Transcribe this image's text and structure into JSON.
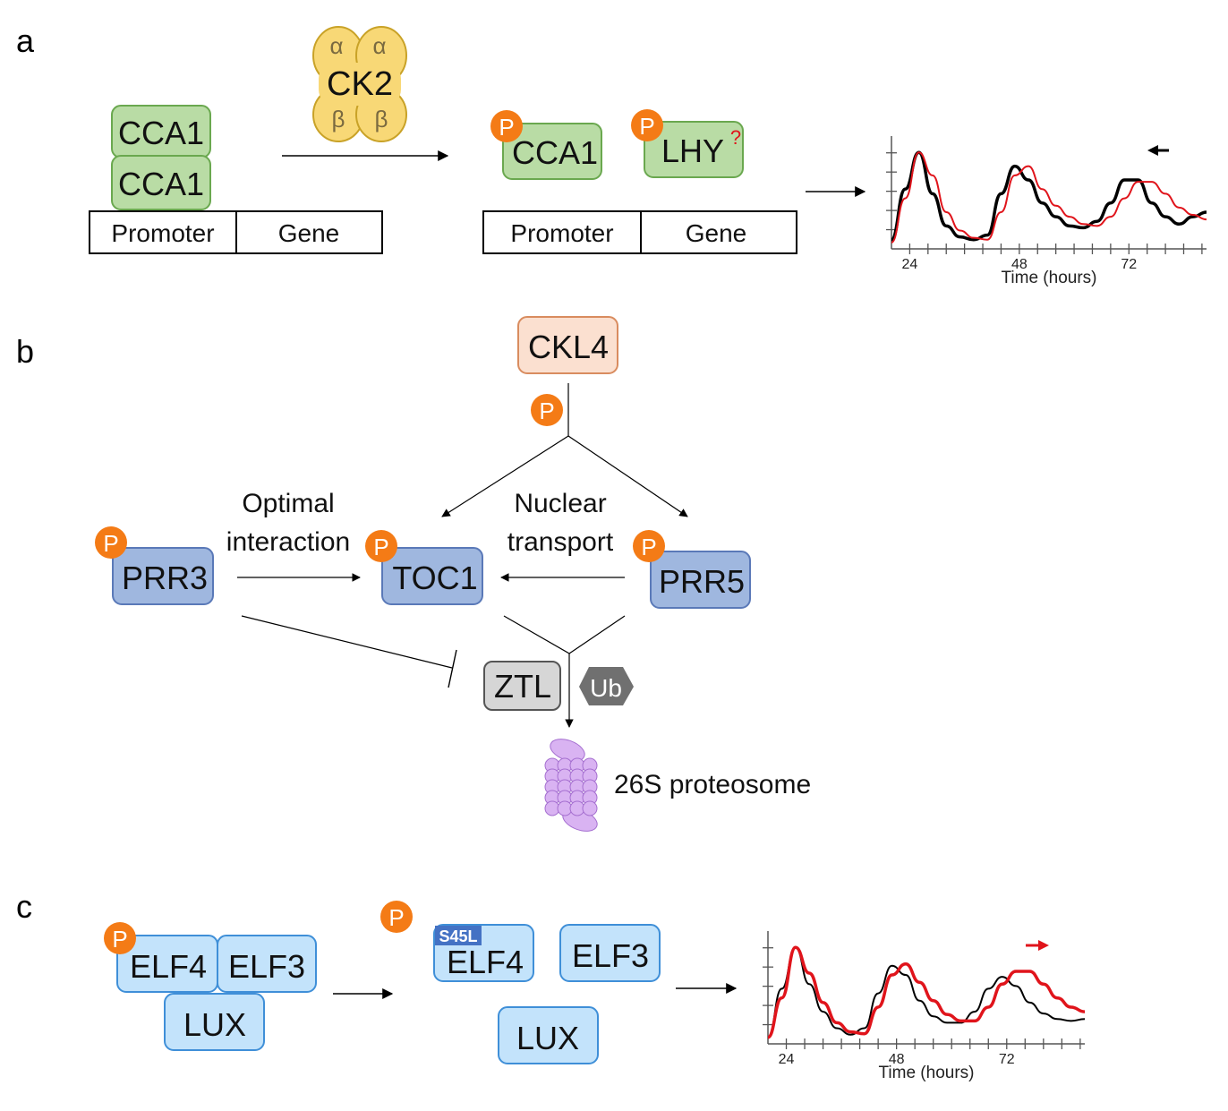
{
  "panels": {
    "a": {
      "label": "a",
      "ck2": {
        "alpha_left": "α",
        "alpha_right": "α",
        "name": "CK2",
        "beta_left": "β",
        "beta_right": "β"
      },
      "cca1_top": "CCA1",
      "cca1_bottom": "CCA1",
      "promoter_left": "Promoter",
      "gene_left": "Gene",
      "phospho_1": "P",
      "cca1_phos": "CCA1",
      "phospho_2": "P",
      "lhy": "LHY",
      "lhy_question": "?",
      "promoter_right": "Promoter",
      "gene_right": "Gene"
    },
    "b": {
      "label": "b",
      "ckl4": "CKL4",
      "phospho_ckl4": "P",
      "optimal_line1": "Optimal",
      "optimal_line2": "interaction",
      "nuclear_line1": "Nuclear",
      "nuclear_line2": "transport",
      "phospho_prr3": "P",
      "prr3": "PRR3",
      "phospho_toc1": "P",
      "toc1": "TOC1",
      "phospho_prr5": "P",
      "prr5": "PRR5",
      "ztl": "ZTL",
      "ub": "Ub",
      "proteosome": "26S proteosome"
    },
    "c": {
      "label": "c",
      "phospho_elf4": "P",
      "elf4": "ELF4",
      "elf3": "ELF3",
      "lux": "LUX",
      "phospho_free": "P",
      "s45l": "S45L",
      "elf4_mut": "ELF4",
      "elf3_free": "ELF3",
      "lux_free": "LUX"
    }
  },
  "colors": {
    "green_fill": "#b9dca5",
    "green_stroke": "#6aa84f",
    "yellow_fill": "#f8d876",
    "yellow_stroke": "#c9a227",
    "orange": "#f47b16",
    "peach_fill": "#fbe0d0",
    "peach_stroke": "#d98c5f",
    "blue_fill": "#9fb7df",
    "blue_stroke": "#5a79b8",
    "lightblue_fill": "#c3e3fb",
    "lightblue_stroke": "#3f8fd8",
    "gray_fill": "#d6d6d6",
    "gray_stroke": "#555555",
    "ub_fill": "#707070",
    "purple": "#d9b3f2",
    "purple_stroke": "#a56fd0",
    "red_curve": "#e0141b",
    "black_curve": "#000000"
  },
  "chart_data": [
    {
      "type": "line",
      "title": "",
      "xlabel": "Time (hours)",
      "ylabel": "",
      "x_ticks": [
        "24",
        "48",
        "72"
      ],
      "x": [
        20,
        23,
        26,
        29,
        32,
        35,
        38,
        41,
        44,
        47,
        50,
        53,
        56,
        59,
        62,
        65,
        68,
        71,
        74,
        77,
        80,
        83,
        86,
        89
      ],
      "series": [
        {
          "color": "black",
          "values": [
            0.05,
            0.6,
            1.0,
            0.55,
            0.2,
            0.08,
            0.05,
            0.1,
            0.55,
            0.85,
            0.7,
            0.45,
            0.3,
            0.2,
            0.18,
            0.25,
            0.45,
            0.7,
            0.7,
            0.45,
            0.3,
            0.22,
            0.3,
            0.35
          ]
        },
        {
          "color": "red",
          "values": [
            0.02,
            0.5,
            1.0,
            0.75,
            0.35,
            0.15,
            0.07,
            0.05,
            0.35,
            0.75,
            0.85,
            0.6,
            0.42,
            0.3,
            0.22,
            0.2,
            0.3,
            0.5,
            0.68,
            0.68,
            0.55,
            0.4,
            0.32,
            0.27
          ]
        }
      ],
      "annotation": "arrow-left"
    },
    {
      "type": "line",
      "title": "",
      "xlabel": "Time (hours)",
      "ylabel": "",
      "x_ticks": [
        "24",
        "48",
        "72"
      ],
      "x": [
        20,
        23,
        26,
        29,
        32,
        35,
        38,
        41,
        44,
        47,
        50,
        53,
        56,
        59,
        62,
        65,
        68,
        71,
        74,
        77,
        80,
        83,
        86,
        89
      ],
      "series": [
        {
          "color": "black",
          "values": [
            0.02,
            0.55,
            1.0,
            0.6,
            0.3,
            0.12,
            0.05,
            0.12,
            0.5,
            0.8,
            0.7,
            0.42,
            0.25,
            0.18,
            0.18,
            0.3,
            0.55,
            0.68,
            0.58,
            0.4,
            0.28,
            0.22,
            0.2,
            0.22
          ]
        },
        {
          "color": "red",
          "values": [
            0.02,
            0.45,
            1.0,
            0.72,
            0.4,
            0.18,
            0.08,
            0.06,
            0.35,
            0.7,
            0.82,
            0.62,
            0.42,
            0.27,
            0.2,
            0.2,
            0.35,
            0.6,
            0.74,
            0.74,
            0.6,
            0.45,
            0.35,
            0.3
          ]
        }
      ],
      "annotation": "arrow-right"
    }
  ]
}
